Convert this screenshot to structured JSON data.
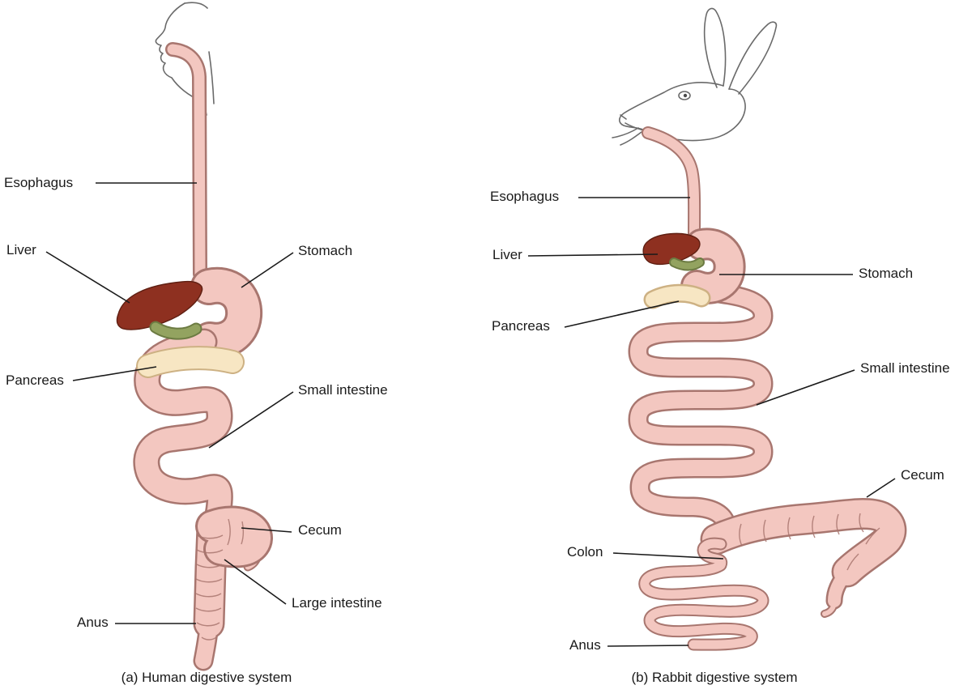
{
  "colors": {
    "background": "#ffffff",
    "tube_fill": "#f3c7c0",
    "tube_outline": "#a8766f",
    "liver": "#8e3020",
    "liver_outline": "#5f1f12",
    "pancreas": "#f7e6c3",
    "pancreas_outline": "#cdb183",
    "gallbladder": "#93a360",
    "gallbladder_outline": "#6c7b42",
    "sketch": "#6a6a6a",
    "leader": "#1a1a1a",
    "text": "#1a1a1a"
  },
  "diagram_a": {
    "caption": "(a) Human digestive system",
    "labels": [
      {
        "text": "Esophagus"
      },
      {
        "text": "Liver"
      },
      {
        "text": "Stomach"
      },
      {
        "text": "Pancreas"
      },
      {
        "text": "Small intestine"
      },
      {
        "text": "Cecum"
      },
      {
        "text": "Large intestine"
      },
      {
        "text": "Anus"
      }
    ]
  },
  "diagram_b": {
    "caption": "(b) Rabbit digestive system",
    "labels": [
      {
        "text": "Esophagus"
      },
      {
        "text": "Liver"
      },
      {
        "text": "Stomach"
      },
      {
        "text": "Pancreas"
      },
      {
        "text": "Small intestine"
      },
      {
        "text": "Cecum"
      },
      {
        "text": "Colon"
      },
      {
        "text": "Anus"
      }
    ]
  }
}
